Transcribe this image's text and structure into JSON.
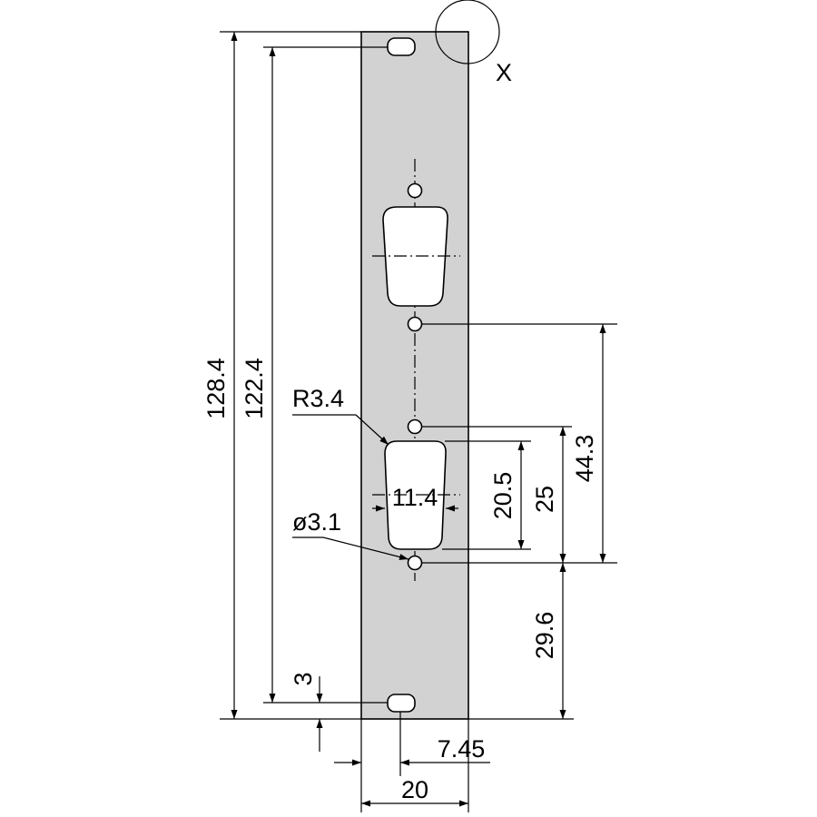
{
  "dimensions": {
    "overall_height": "128.4",
    "slot_spacing": "122.4",
    "upper_hole_offset": "44.3",
    "connector_hole_spacing": "25",
    "cutout_height": "20.5",
    "bottom_offset": "29.6",
    "cutout_width": "11.4",
    "corner_radius": "R3.4",
    "hole_diameter": "ø3.1",
    "slot_offset": "3",
    "center_offset": "7.45",
    "panel_width": "20"
  },
  "detail_marker": "X",
  "colors": {
    "panel": "#d2d2d2",
    "line": "#000000",
    "background": "#ffffff"
  }
}
